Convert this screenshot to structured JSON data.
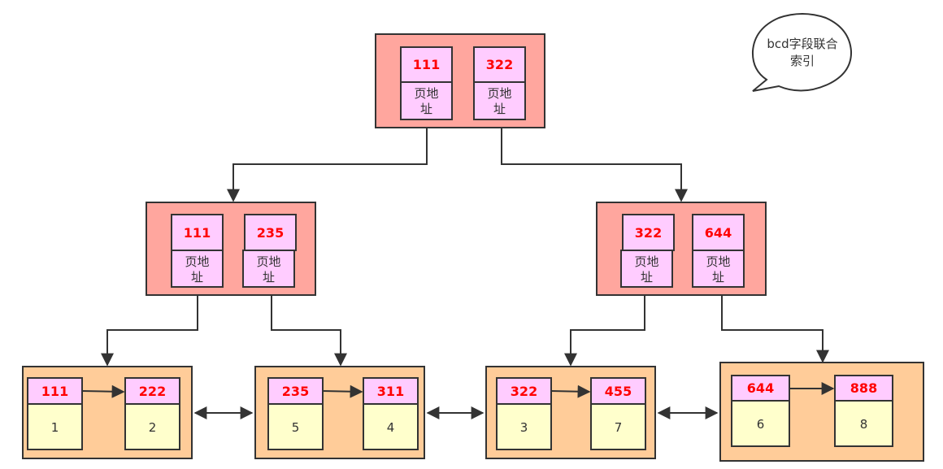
{
  "colors": {
    "internal_node_fill": "#ffa69e",
    "leaf_node_fill": "#ffcc99",
    "key_cell_fill": "#ffccff",
    "value_cell_fill": "#ffffcc",
    "key_text": "#ff0000",
    "stroke": "#333333"
  },
  "root": {
    "entries": [
      {
        "key": "111",
        "addr": [
          "页地",
          "址"
        ]
      },
      {
        "key": "322",
        "addr": [
          "页地",
          "址"
        ]
      }
    ]
  },
  "internal": [
    {
      "entries": [
        {
          "key": "111",
          "addr": [
            "页地",
            "址"
          ]
        },
        {
          "key": "235",
          "addr": [
            "页地",
            "址"
          ]
        }
      ]
    },
    {
      "entries": [
        {
          "key": "322",
          "addr": [
            "页地",
            "址"
          ]
        },
        {
          "key": "644",
          "addr": [
            "页地",
            "址"
          ]
        }
      ]
    }
  ],
  "leaves": [
    {
      "entries": [
        {
          "key": "111",
          "value": "1"
        },
        {
          "key": "222",
          "value": "2"
        }
      ]
    },
    {
      "entries": [
        {
          "key": "235",
          "value": "5"
        },
        {
          "key": "311",
          "value": "4"
        }
      ]
    },
    {
      "entries": [
        {
          "key": "322",
          "value": "3"
        },
        {
          "key": "455",
          "value": "7"
        }
      ]
    },
    {
      "entries": [
        {
          "key": "644",
          "value": "6"
        },
        {
          "key": "888",
          "value": "8"
        }
      ]
    }
  ],
  "callout": {
    "lines": [
      "bcd字段联合",
      "索引"
    ]
  }
}
